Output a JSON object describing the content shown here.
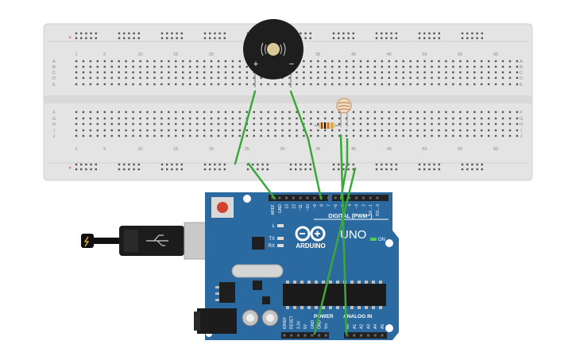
{
  "breadboard": {
    "column_numbers": [
      "1",
      "5",
      "10",
      "15",
      "20",
      "25",
      "30",
      "35",
      "40",
      "45",
      "50",
      "55",
      "60"
    ],
    "row_letters_top": [
      "A",
      "B",
      "C",
      "D",
      "E"
    ],
    "row_letters_bottom": [
      "F",
      "G",
      "H",
      "I",
      "J"
    ]
  },
  "buzzer": {
    "plus_label": "+",
    "minus_label": "−"
  },
  "arduino": {
    "brand": "ARDUINO",
    "model": "UNO",
    "on_label": "ON",
    "digital_label": "DIGITAL (PWM~)",
    "power_label": "POWER",
    "analog_label": "ANALOG IN",
    "led_labels": [
      "L",
      "TX",
      "RX"
    ],
    "digital_pins": [
      "AREF",
      "GND",
      "13",
      "12",
      "~11",
      "~10",
      "~9",
      "8",
      "7",
      "~6",
      "~5",
      "4",
      "~3",
      "2",
      "TX→1",
      "RX←0"
    ],
    "power_pins": [
      "IOREF",
      "RESET",
      "3.3V",
      "5V",
      "GND",
      "GND",
      "Vin"
    ],
    "analog_pins": [
      "A0",
      "A1",
      "A2",
      "A3",
      "A4",
      "A5"
    ]
  },
  "colors": {
    "board_blue": "#2b6aa0",
    "breadboard": "#e3e3e3",
    "wire_green": "#3aa83a",
    "header_black": "#222222"
  }
}
